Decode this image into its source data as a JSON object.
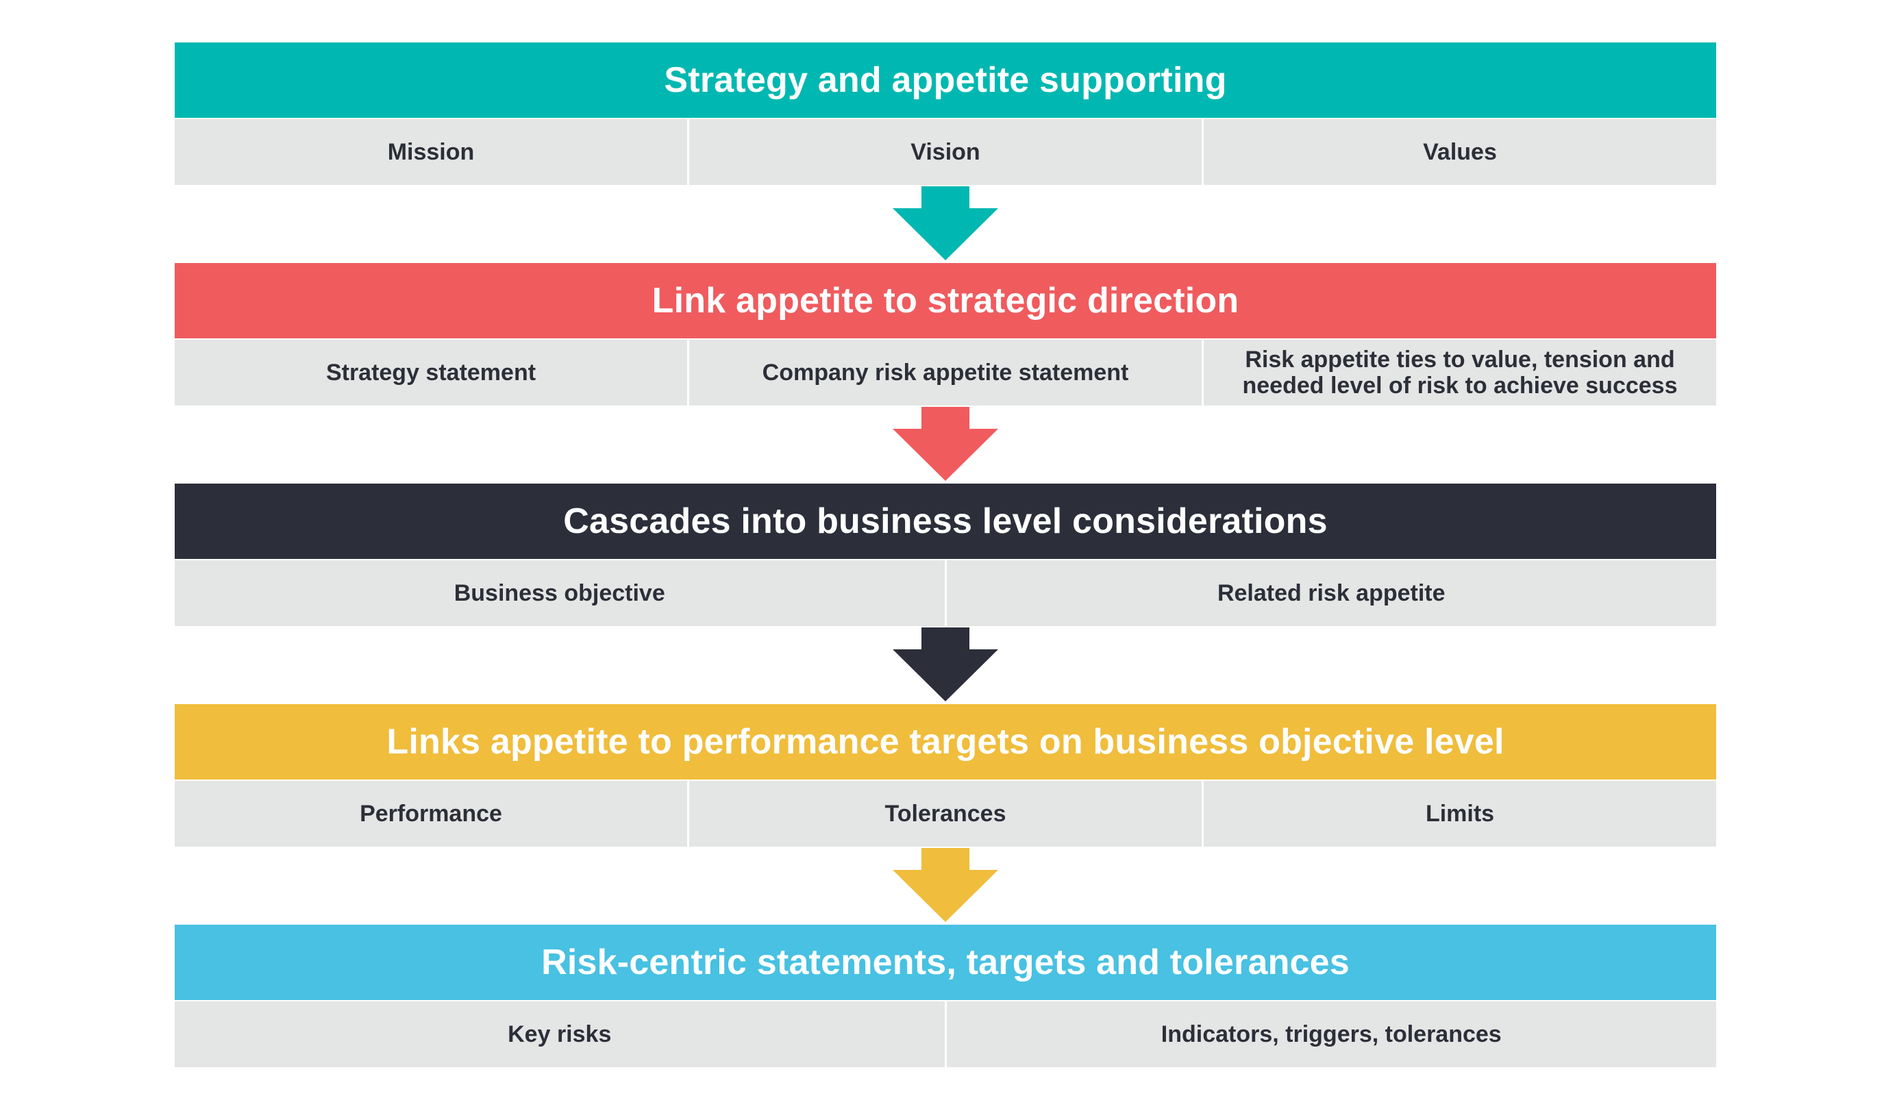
{
  "colors": {
    "teal": "#00b8b1",
    "red": "#f05b5e",
    "dark": "#2c2f3a",
    "yellow": "#f0bd3c",
    "sky": "#48c1e2",
    "cell_bg": "#e4e5e5",
    "cell_text": "#2c2f38"
  },
  "stages": [
    {
      "title": "Strategy and appetite supporting",
      "color": "#00b8b1",
      "cells": [
        "Mission",
        "Vision",
        "Values"
      ]
    },
    {
      "title": "Link appetite to strategic direction",
      "color": "#f05b5e",
      "cells": [
        "Strategy statement",
        "Company risk appetite statement",
        "Risk appetite ties to value, tension and needed level of risk to achieve success"
      ]
    },
    {
      "title": "Cascades into business level considerations",
      "color": "#2c2f3a",
      "cells": [
        "Business objective",
        "Related risk appetite"
      ]
    },
    {
      "title": "Links appetite to performance targets on business objective level",
      "color": "#f0bd3c",
      "cells": [
        "Performance",
        "Tolerances",
        "Limits"
      ]
    },
    {
      "title": "Risk-centric statements, targets and tolerances",
      "color": "#48c1e2",
      "cells": [
        "Key risks",
        "Indicators, triggers, tolerances"
      ]
    }
  ]
}
